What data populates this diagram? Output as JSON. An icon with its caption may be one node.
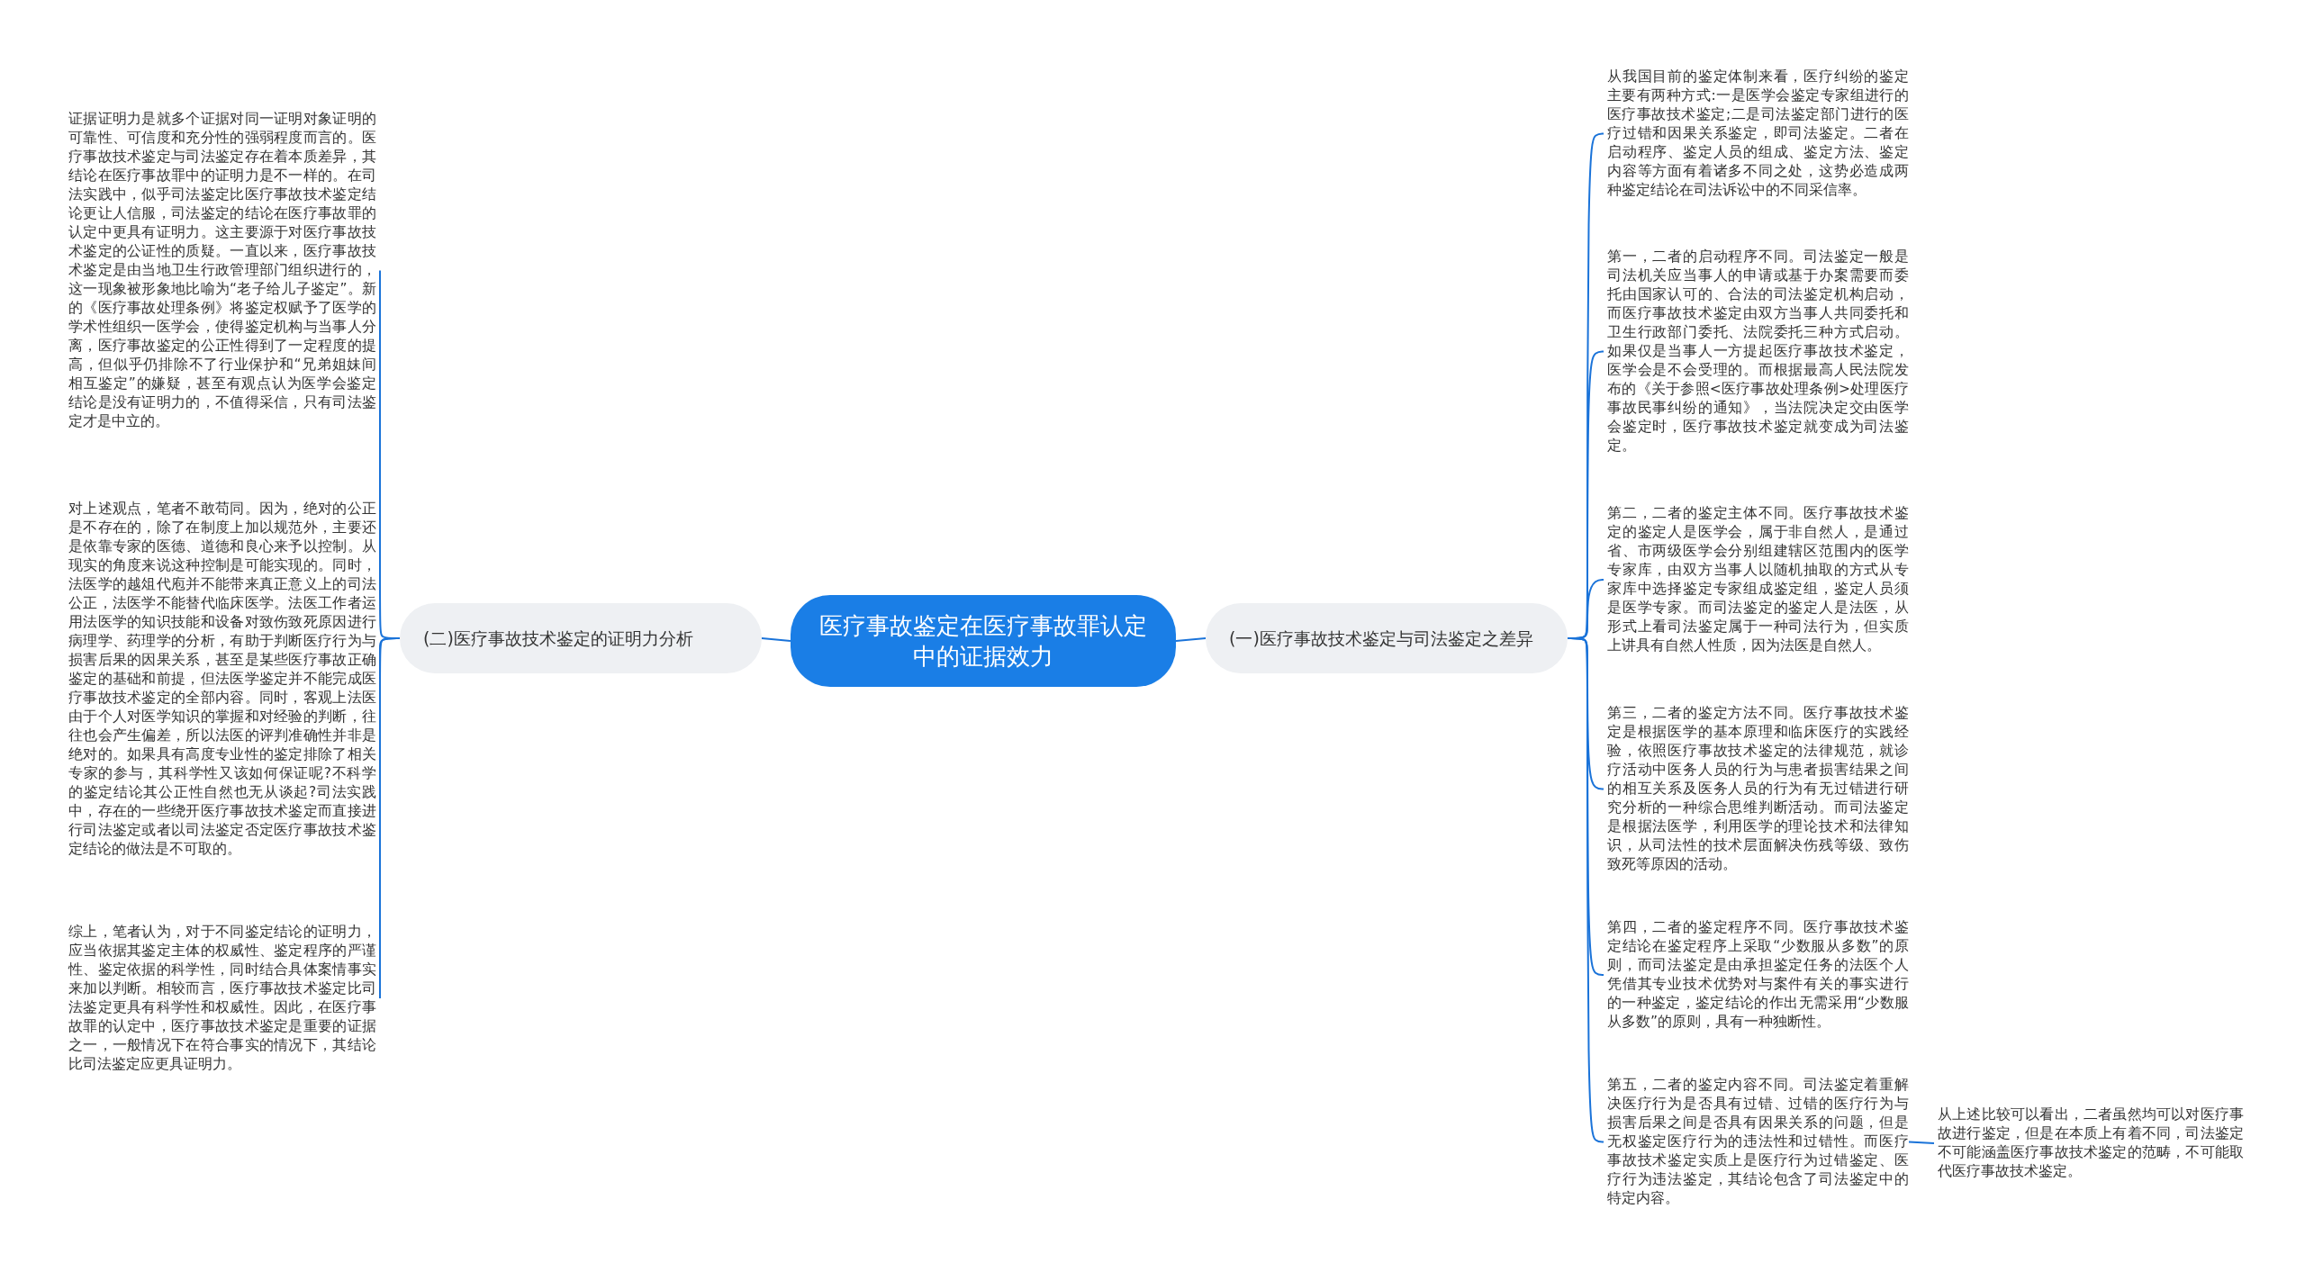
{
  "diagram": {
    "nodes": [
      {
        "text": [
          "医疗事故鉴定在医疗事故罪认定中的证据效力"
        ]
      },
      {
        "text": [
          "(一)医疗事故技术鉴定与司法鉴定之差异"
        ]
      },
      {
        "text": [
          "从我国目前的鉴定体制来看，医疗纠纷的鉴定主要有两种方式:一是医学会鉴定专家组进行的医疗事故技术鉴定;二是司法鉴定部门进行的医疗过错和因果关系鉴定，即司法鉴定。二者在启动程序、鉴定人员的组成、鉴定方法、鉴定内容等方面有着诸多不同之处，这势必造成两种鉴定结论在司法诉讼中的不同采信率。"
        ]
      },
      {
        "text": [
          "第一，二者的启动程序不同。司法鉴定一般是司法机关应当事人的申请或基于办案需要而委托由国家认可的、合法的司法鉴定机构启动，而医疗事故技术鉴定由双方当事人共同委托和卫生行政部门委托、法院委托三种方式启动。如果仅是当事人一方提起医疗事故技术鉴定，医学会是不会受理的。而根据最高人民法院发布的《关于参照<医疗事故处理条例>处理医疗事故民事纠纷的通知》，当法院决定交由医学会鉴定时，医疗事故技术鉴定就变成为司法鉴定。"
        ]
      },
      {
        "text": [
          "第二，二者的鉴定主体不同。医疗事故技术鉴定的鉴定人是医学会，属于非自然人，是通过省、市两级医学会分别组建辖区范围内的医学专家库，由双方当事人以随机抽取的方式从专家库中选择鉴定专家组成鉴定组，鉴定人员须是医学专家。而司法鉴定的鉴定人是法医，从形式上看司法鉴定属于一种司法行为，但实质上讲具有自然人性质，因为法医是自然人。"
        ]
      },
      {
        "text": [
          "第三，二者的鉴定方法不同。医疗事故技术鉴定是根据医学的基本原理和临床医疗的实践经验，依照医疗事故技术鉴定的法律规范，就诊疗活动中医务人员的行为与患者损害结果之间的相互关系及医务人员的行为有无过错进行研究分析的一种综合思维判断活动。而司法鉴定是根据法医学，利用医学的理论技术和法律知识，从司法性的技术层面解决伤残等级、致伤致死等原因的活动。"
        ]
      },
      {
        "text": [
          "第四，二者的鉴定程序不同。医疗事故技术鉴定结论在鉴定程序上采取“少数服从多数”的原则，而司法鉴定是由承担鉴定任务的法医个人凭借其专业技术优势对与案件有关的事实进行的一种鉴定，鉴定结论的作出无需采用“少数服从多数”的原则，具有一种独断性。"
        ]
      },
      {
        "text": [
          "第五，二者的鉴定内容不同。司法鉴定着重解决医疗行为是否具有过错、过错的医疗行为与损害后果之间是否具有因果关系的问题，但是无权鉴定医疗行为的违法性和过错性。而医疗事故技术鉴定实质上是医疗行为过错鉴定、医疗行为违法鉴定，其结论包含了司法鉴定中的特定内容。"
        ]
      },
      {
        "text": [
          "从上述比较可以看出，二者虽然均可以对医疗事故进行鉴定，但是在本质上有着不同，司法鉴定不可能涵盖医疗事故技术鉴定的范畴，不可能取代医疗事故技术鉴定。"
        ]
      },
      {
        "text": [
          "(二)医疗事故技术鉴定的证明力分析"
        ]
      },
      {
        "text": [
          "证据证明力是就多个证据对同一证明对象证明的可靠性、可信度和充分性的强弱程度而言的。医疗事故技术鉴定与司法鉴定存在着本质差异，其结论在医疗事故罪中的证明力是不一样的。在司法实践中，似乎司法鉴定比医疗事故技术鉴定结论更让人信服，司法鉴定的结论在医疗事故罪的认定中更具有证明力。这主要源于对医疗事故技术鉴定的公证性的质疑。一直以来，医疗事故技术鉴定是由当地卫生行政管理部门组织进行的，这一现象被形象地比喻为“老子给儿子鉴定”。新的《医疗事故处理条例》将鉴定权赋予了医学的学术性组织一医学会，使得鉴定机构与当事人分离，医疗事故鉴定的公正性得到了一定程度的提高，但似乎仍排除不了行业保护和“兄弟姐妹间相互鉴定”的嫌疑，甚至有观点认为医学会鉴定结论是没有证明力的，不值得采信，只有司法鉴定才是中立的。"
        ]
      },
      {
        "text": [
          "对上述观点，笔者不敢苟同。因为，绝对的公正是不存在的，除了在制度上加以规范外，主要还是依靠专家的医德、道德和良心来予以控制。从现实的角度来说这种控制是可能实现的。同时，法医学的越俎代庖并不能带来真正意义上的司法公正，法医学不能替代临床医学。法医工作者运用法医学的知识技能和设备对致伤致死原因进行病理学、药理学的分析，有助于判断医疗行为与损害后果的因果关系，甚至是某些医疗事故正确鉴定的基础和前提，但法医学鉴定并不能完成医疗事故技术鉴定的全部内容。同时，客观上法医由于个人对医学知识的掌握和对经验的判断，往往也会产生偏差，所以法医的评判准确性并非是绝对的。如果具有高度专业性的鉴定排除了相关专家的参与，其科学性又该如何保证呢?不科学的鉴定结论其公正性自然也无从谈起?司法实践中，存在的一些绕开医疗事故技术鉴定而直接进行司法鉴定或者以司法鉴定否定医疗事故技术鉴定结论的做法是不可取的。"
        ]
      },
      {
        "text": [
          "综上，笔者认为，对于不同鉴定结论的证明力，应当依据其鉴定主体的权威性、鉴定程序的严谨性、鉴定依据的科学性，同时结合具体案情事实来加以判断。相较而言，医疗事故技术鉴定比司法鉴定更具有科学性和权威性。因此，在医疗事故罪的认定中，医疗事故技术鉴定是重要的证据之一，一般情况下在符合事实的情况下，其结论比司法鉴定应更具证明力。"
        ]
      }
    ],
    "edges": [
      {
        "from": 0,
        "to": 1,
        "arrow": "none"
      },
      {
        "from": 1,
        "to": 2,
        "arrow": "none"
      },
      {
        "from": 1,
        "to": 3,
        "arrow": "none"
      },
      {
        "from": 1,
        "to": 4,
        "arrow": "none"
      },
      {
        "from": 1,
        "to": 5,
        "arrow": "none"
      },
      {
        "from": 1,
        "to": 6,
        "arrow": "none"
      },
      {
        "from": 1,
        "to": 7,
        "arrow": "none"
      },
      {
        "from": 7,
        "to": 8,
        "arrow": "none"
      },
      {
        "from": 0,
        "to": 9,
        "arrow": "none"
      },
      {
        "from": 9,
        "to": 10,
        "arrow": "none"
      },
      {
        "from": 9,
        "to": 11,
        "arrow": "none"
      },
      {
        "from": 9,
        "to": 12,
        "arrow": "none"
      }
    ]
  }
}
